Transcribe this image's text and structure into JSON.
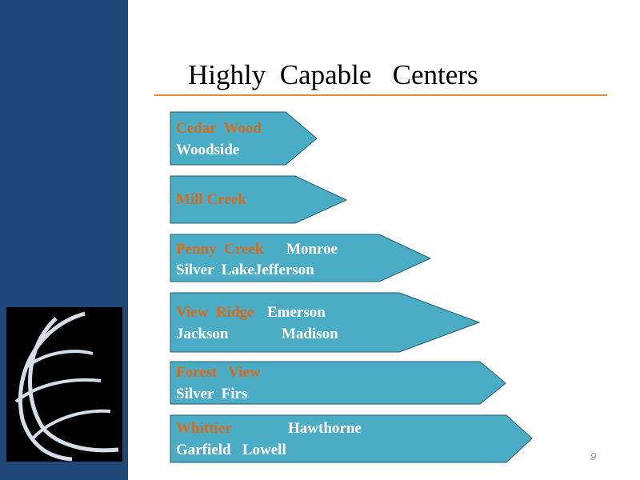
{
  "slide": {
    "title": "Highly  Capable   Centers",
    "page_number": "9"
  },
  "arrows": [
    {
      "line1_orange": "Cedar  Wood",
      "line1_white": "",
      "line2": "Woodside"
    },
    {
      "line1_orange": "Mill Creek",
      "line1_white": "",
      "line2": ""
    },
    {
      "line1_orange": "Penny  Creek",
      "line1_white": "Monroe",
      "line2": "Silver  LakeJefferson"
    },
    {
      "line1_orange": "View  Ridge",
      "line1_white": "Emerson",
      "line2": "Jackson              Madison"
    },
    {
      "line1_orange": "Forest   View",
      "line1_white": "",
      "line2": "Silver  Firs"
    },
    {
      "line1_orange": "Whittier",
      "line1_white": "Hawthorne",
      "line2": "Garfield   Lowell"
    }
  ],
  "colors": {
    "sidebar": "#1f4777",
    "arrow_fill": "#4bacc6",
    "accent_orange": "#d86a1c",
    "rule": "#e08a3c"
  },
  "icons": {
    "logo": "globe-arcs-logo"
  }
}
